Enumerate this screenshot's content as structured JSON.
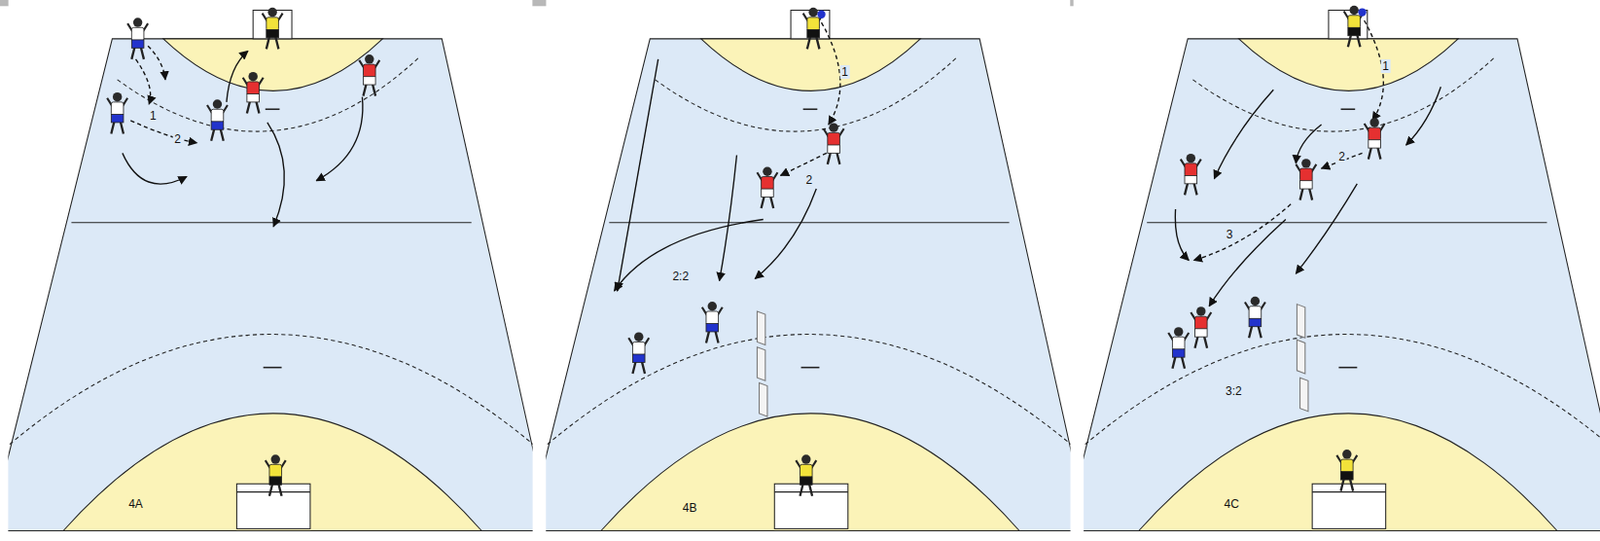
{
  "diagram": {
    "labels": [
      "1",
      "2",
      "4A",
      "1",
      "2",
      "2:2",
      "4B",
      "1",
      "2",
      "3",
      "3:2",
      "4C"
    ]
  }
}
